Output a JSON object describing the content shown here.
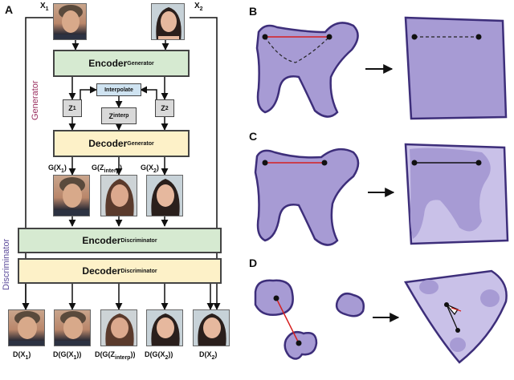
{
  "panels": {
    "a": "A",
    "b": "B",
    "c": "C",
    "d": "D"
  },
  "inputs": {
    "x1": "X",
    "x1_sub": "1",
    "x2": "X",
    "x2_sub": "2"
  },
  "generator": {
    "side_label": "Generator",
    "encoder": "Encoder",
    "encoder_sub": "Generator",
    "decoder": "Decoder",
    "decoder_sub": "Generator",
    "interpolate": "Interpolate",
    "z1": "Z",
    "z1_sub": "1",
    "z2": "Z",
    "z2_sub": "2",
    "zi": "Z",
    "zi_sub": "interp"
  },
  "generated_labels": [
    {
      "main": "G(X",
      "sub": "1",
      "tail": ")"
    },
    {
      "main": "G(Z",
      "sub": "interp",
      "tail": ")"
    },
    {
      "main": "G(X",
      "sub": "2",
      "tail": ")"
    }
  ],
  "discriminator": {
    "side_label": "Discriminator",
    "encoder": "Encoder",
    "encoder_sub": "Discriminator",
    "decoder": "Decoder",
    "decoder_sub": "Discriminator"
  },
  "outputs": [
    {
      "main": "D(X",
      "sub": "1",
      "tail": ")"
    },
    {
      "main": "D(G(X",
      "sub": "1",
      "tail": "))"
    },
    {
      "main": "D(G(Z",
      "sub": "interp",
      "tail": "))"
    },
    {
      "main": "D(G(X",
      "sub": "2",
      "tail": "))"
    },
    {
      "main": "D(X",
      "sub": "2",
      "tail": ")"
    }
  ],
  "colors": {
    "encoder_green": "#d6ead1",
    "decoder_yellow": "#fdf1c8",
    "generator_pink": "#ecc9d8",
    "discriminator_lavender": "#d6cfe8",
    "interp_blue": "#cfe3f1",
    "z_gray": "#d9d9d9",
    "shape_purple": "#a79bd4",
    "shape_light": "#c9c1e8",
    "outline_purple": "#3d2e7a",
    "line_red": "#d62020"
  }
}
